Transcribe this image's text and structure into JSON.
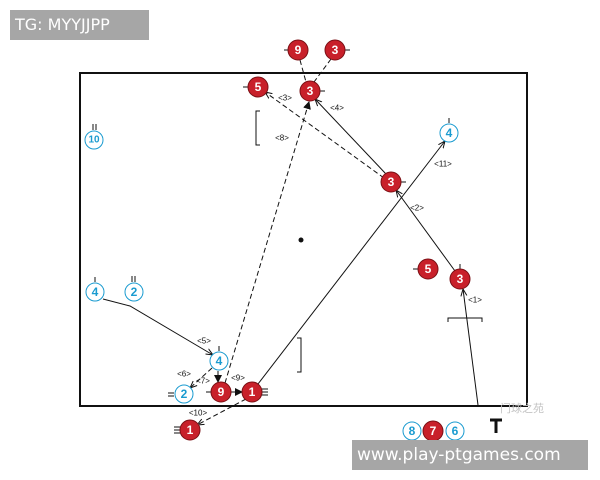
{
  "header_tag": "TG: MYYJJPP",
  "footer_tag": "www.play-ptgames.com",
  "watermark": "门球之苑",
  "colors": {
    "red_team": "#c8202a",
    "blue_team": "#1a9bd0",
    "tag_bg": "#a6a6a6"
  },
  "players": {
    "red": [
      "9",
      "3",
      "5",
      "3",
      "3",
      "5",
      "3",
      "9",
      "1",
      "1",
      "7"
    ],
    "blue": [
      "10",
      "4",
      "4",
      "2",
      "4",
      "2",
      "8",
      "6"
    ]
  },
  "move_labels": [
    "<1>",
    "<2>",
    "<3>",
    "<4>",
    "<5>",
    "<6>",
    "<7>",
    "<8>",
    "<9>",
    "<10>",
    "<11>"
  ]
}
